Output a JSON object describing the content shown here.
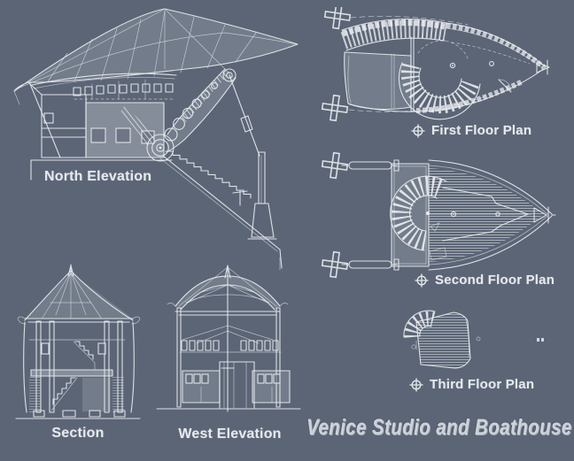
{
  "board": {
    "background_color": "#5b6576",
    "ink_color": "#e9ecef",
    "title": "Venice Studio and Boathouse"
  },
  "labels": {
    "north_elevation": "North Elevation",
    "first_floor_plan": "First Floor Plan",
    "second_floor_plan": "Second Floor Plan",
    "third_floor_plan": "Third Floor Plan",
    "section": "Section",
    "west_elevation": "West Elevation"
  },
  "icons": {
    "floor_plan_marker": "datum-circle-cross-icon"
  }
}
